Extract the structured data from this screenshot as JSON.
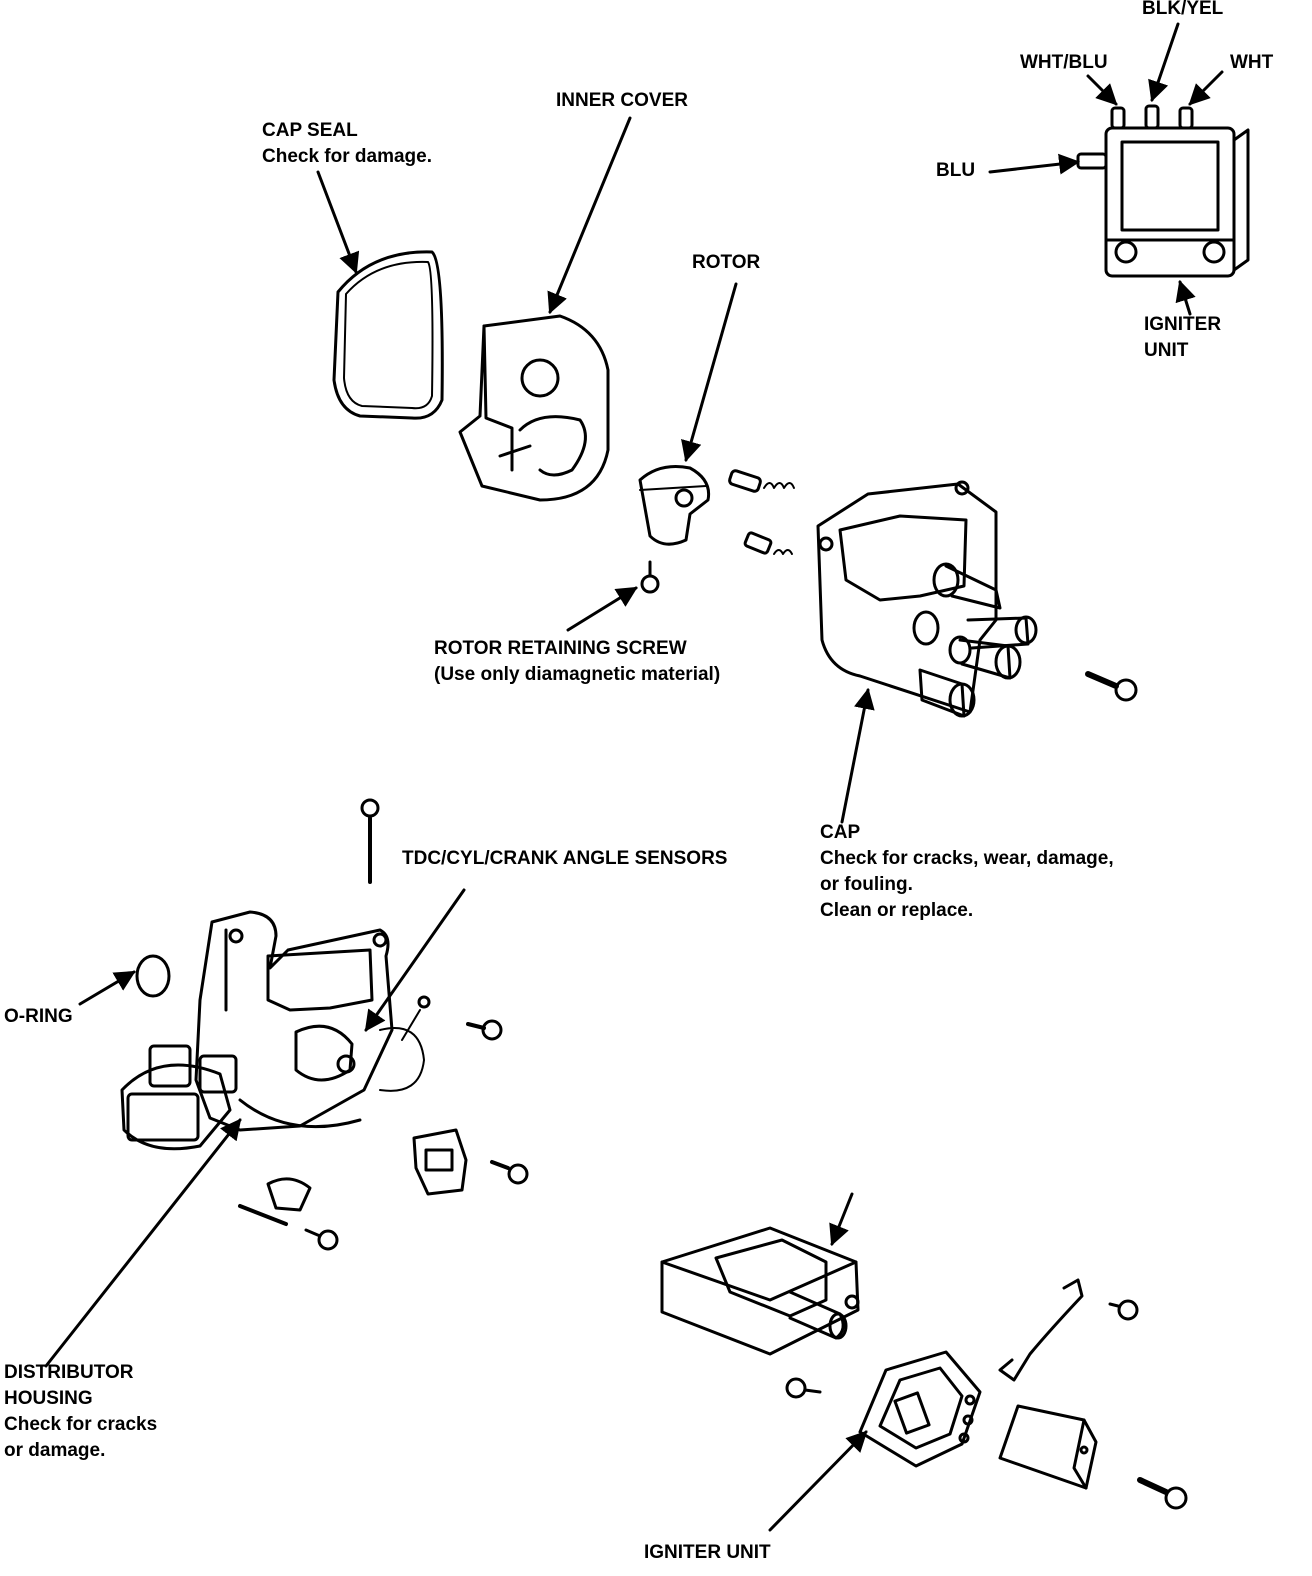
{
  "labels": {
    "cap_seal": {
      "title": "CAP SEAL",
      "note": "Check for damage."
    },
    "inner_cover": {
      "title": "INNER COVER"
    },
    "rotor": {
      "title": "ROTOR"
    },
    "rotor_screw": {
      "title": "ROTOR RETAINING SCREW",
      "note": "(Use only diamagnetic material)"
    },
    "cap": {
      "title": "CAP",
      "note1": "Check for cracks, wear, damage,",
      "note2": "or fouling.",
      "note3": "Clean or replace."
    },
    "sensors": {
      "title": "TDC/CYL/CRANK ANGLE SENSORS"
    },
    "o_ring": {
      "title": "O-RING"
    },
    "housing": {
      "title1": "DISTRIBUTOR",
      "title2": "HOUSING",
      "note1": "Check for cracks",
      "note2": "or damage."
    },
    "igniter_bottom": {
      "title": "IGNITER UNIT"
    },
    "igniter_inset": {
      "title1": "IGNITER",
      "title2": "UNIT"
    }
  },
  "wires": {
    "blk_yel": "BLK/YEL",
    "wht_blu": "WHT/BLU",
    "wht": "WHT",
    "blu": "BLU"
  },
  "colors": {
    "ink": "#000000",
    "paper": "#ffffff"
  }
}
